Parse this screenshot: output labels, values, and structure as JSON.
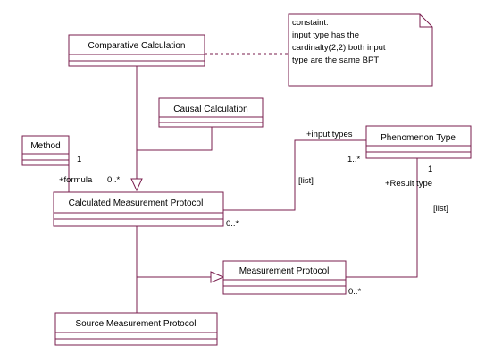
{
  "classes": {
    "comparative_calculation": "Comparative Calculation",
    "causal_calculation": "Causal Calculation",
    "method": "Method",
    "calculated_measurement_protocol": "Calculated Measurement Protocol",
    "phenomenon_type": "Phenomenon Type",
    "measurement_protocol": "Measurement Protocol",
    "source_measurement_protocol": "Source Measurement Protocol"
  },
  "note": {
    "lines": [
      "constaint:",
      "input type has the",
      "cardinalty(2,2);both input",
      "type are the same BPT"
    ]
  },
  "labels": {
    "method_mult": "1",
    "formula_role": "+formula",
    "cmp_mult_top": "0..*",
    "input_types_role": "+input types",
    "phen_mult_input": "1..*",
    "list_input": "[list]",
    "cmp_mult_right": "0..*",
    "phen_mult_result": "1",
    "result_type_role": "+Result type",
    "list_result": "[list]",
    "mp_mult": "0..*"
  },
  "colors": {
    "line": "#7a1e4e",
    "background": "#ffffff"
  }
}
